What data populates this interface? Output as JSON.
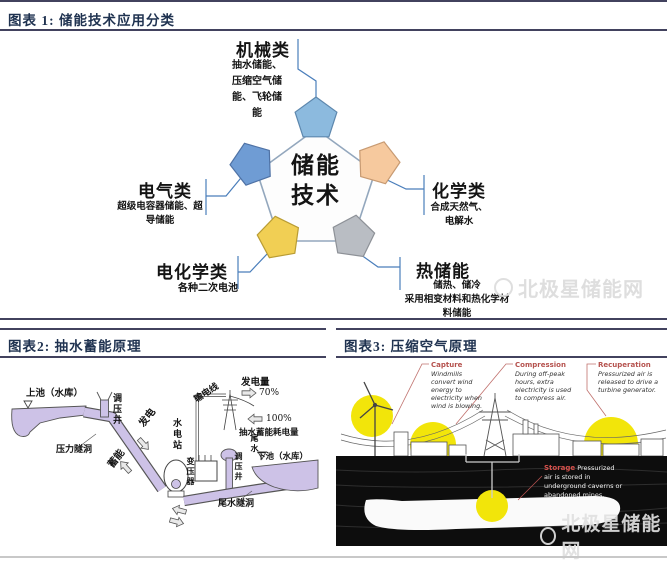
{
  "colors": {
    "rule_navy": "#42425e",
    "title_navy": "#1f3250",
    "connector_blue": "#4a7ebb",
    "pentagon_top": "#8cbade",
    "pentagon_upper_left": "#6f9cd4",
    "pentagon_upper_right": "#f6c99e",
    "pentagon_lower_left": "#f1cf54",
    "pentagon_lower_right": "#b9bdc3",
    "water_purple": "#cdc2e7",
    "cae_yellow": "#f2e50a",
    "annotation_red": "#b5524e",
    "ground_black": "#0d0d0d",
    "watermark_gray": "#dcdcdc"
  },
  "fig1": {
    "title": "图表 1: 储能技术应用分类",
    "center_line1": "储能",
    "center_line2": "技术",
    "categories": [
      {
        "name": "机械类",
        "desc": "抽水储能、压缩空气储能、飞轮储能"
      },
      {
        "name": "电气类",
        "desc": "超级电容器储能、超导储能"
      },
      {
        "name": "化学类",
        "desc": "合成天然气、电解水"
      },
      {
        "name": "电化学类",
        "desc": "各种二次电池"
      },
      {
        "name": "热储能",
        "desc": "储热、储冷",
        "desc2": "采用相变材料和热化学材料储能"
      }
    ],
    "watermark": "北极星储能网"
  },
  "fig2": {
    "title": "图表2: 抽水蓄能原理",
    "labels": {
      "upper_pool": "上池（水库）",
      "surge_shaft_1": "调压井",
      "pressure_tunnel": "压力隧洞",
      "generate": "发电",
      "store": "蓄能",
      "hydro_station": "水电站",
      "power_line": "输电线",
      "gen_amount": "发电量",
      "gen_pct": "70%",
      "consume_pct": "100%",
      "consume_label": "抽水蓄能耗电量",
      "transformer": "变压器",
      "surge_shaft_2": "调压井",
      "tail_water": "尾水",
      "lower_pool": "下池（水库）",
      "tail_tunnel": "尾水隧洞"
    }
  },
  "fig3": {
    "title": "图表3: 压缩空气原理",
    "ann": {
      "capture": {
        "name": "Capture",
        "desc": "Windmills convert wind energy to electricity when wind is blowing."
      },
      "compression": {
        "name": "Compression",
        "desc": "During off-peak hours, extra electricity is used to compress air."
      },
      "recuperation": {
        "name": "Recuperation",
        "desc": "Pressurized air is released to drive a turbine generator."
      }
    },
    "storage": {
      "name": "Storage",
      "desc": "Pressurized air is stored in underground caverns or abandoned mines."
    },
    "watermark": "北极星储能网"
  }
}
